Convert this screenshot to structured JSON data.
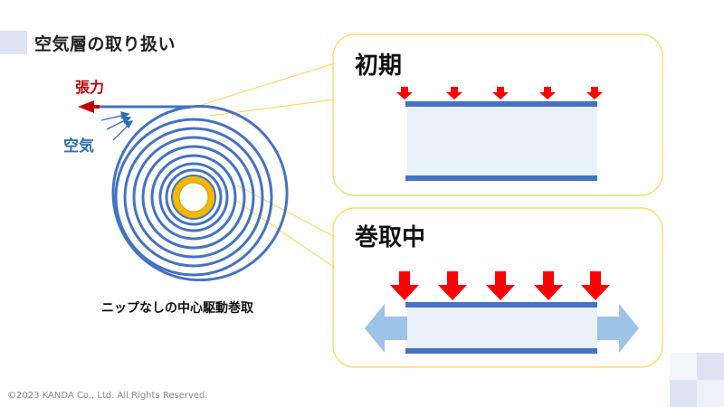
{
  "title": "空気層の取り扱い",
  "labels": {
    "tension": "張力",
    "air": "空気",
    "caption": "ニップなしの中心駆動巻取"
  },
  "panels": {
    "initial": {
      "heading": "初期"
    },
    "winding": {
      "heading": "巻取中"
    }
  },
  "copyright": "©2023 KANDA Co., Ltd. All Rights Reserved.",
  "colors": {
    "film_blue": "#4472c4",
    "pressure_red": "#ff0000",
    "tension_red": "#c00000",
    "expand_arrow": "#9dc3e6",
    "core_gold": "#f5b800",
    "callout_border": "#ffd966",
    "panel_fill": "#eaf1fa"
  }
}
